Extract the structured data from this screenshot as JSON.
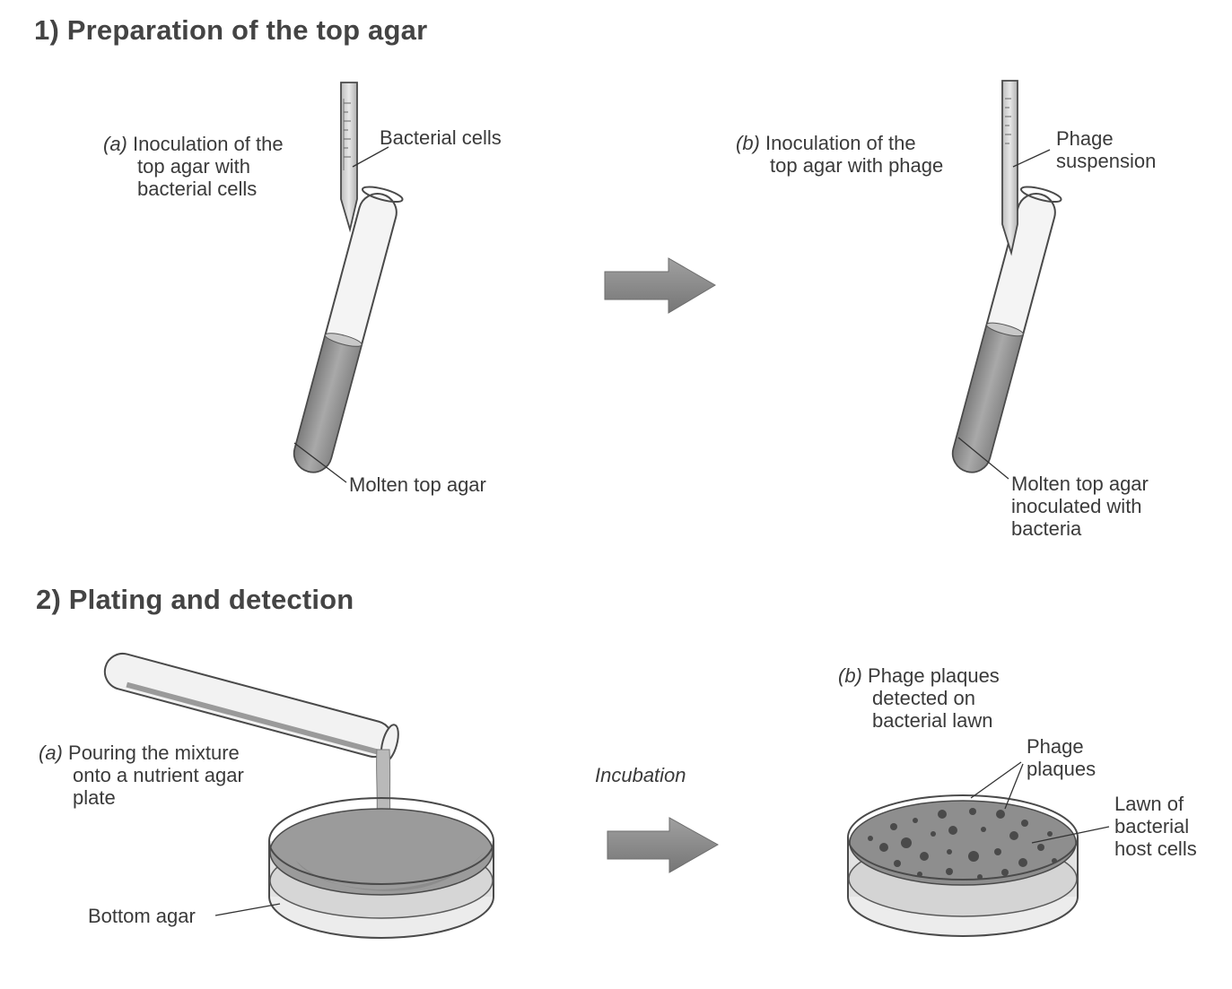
{
  "sections": {
    "s1_title": "1) Preparation of the top agar",
    "s2_title": "2) Plating and detection"
  },
  "step1a": {
    "tag": "(a)",
    "lines": [
      "Inoculation of the",
      "top agar with",
      "bacterial cells"
    ]
  },
  "step1b": {
    "tag": "(b)",
    "lines": [
      "Inoculation of the",
      "top agar with phage"
    ]
  },
  "labels": {
    "bacterial_cells": "Bacterial cells",
    "molten_top_agar": "Molten top agar",
    "phage_suspension": [
      "Phage",
      "suspension"
    ],
    "molten_inoculated": [
      "Molten top agar",
      "inoculated with",
      "bacteria"
    ],
    "bottom_agar": "Bottom agar",
    "incubation": "Incubation",
    "phage_plaques": [
      "Phage",
      "plaques"
    ],
    "lawn": [
      "Lawn of",
      "bacterial",
      "host cells"
    ]
  },
  "step2a": {
    "tag": "(a)",
    "lines": [
      "Pouring the mixture",
      "onto a nutrient agar",
      "plate"
    ]
  },
  "step2b": {
    "tag": "(b)",
    "lines": [
      "Phage plaques",
      "detected on",
      "bacterial lawn"
    ]
  },
  "colors": {
    "ink": "#3a3a3a",
    "agar": "#9a9a9a",
    "lawn": "#8a8a8a",
    "arrow": "#8c8c8c"
  }
}
